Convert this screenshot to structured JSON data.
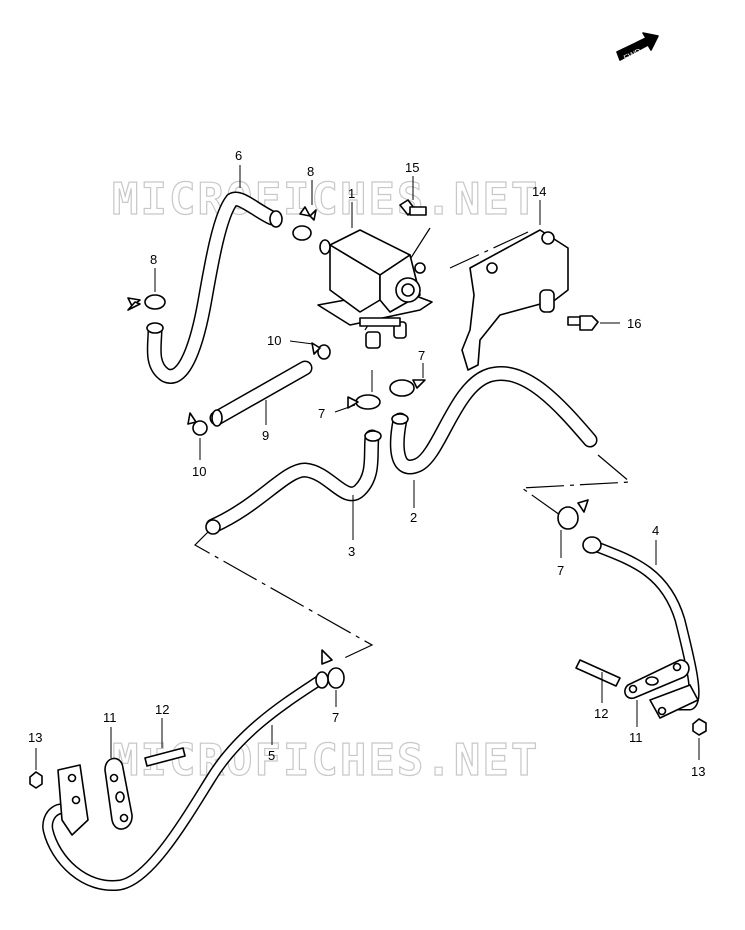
{
  "watermark": "MICROFICHES.NET",
  "fwd_label": "FWD",
  "callouts": {
    "c1": "1",
    "c2": "2",
    "c3": "3",
    "c4": "4",
    "c5": "5",
    "c6": "6",
    "c7a": "7",
    "c7b": "7",
    "c7c": "7",
    "c7d": "7",
    "c8a": "8",
    "c8b": "8",
    "c9": "9",
    "c10a": "10",
    "c10b": "10",
    "c11a": "11",
    "c11b": "11",
    "c12a": "12",
    "c12b": "12",
    "c13a": "13",
    "c13b": "13",
    "c14": "14",
    "c15": "15",
    "c16": "16"
  },
  "colors": {
    "line": "#000000",
    "watermark": "#c8c8c8",
    "background": "#ffffff"
  }
}
